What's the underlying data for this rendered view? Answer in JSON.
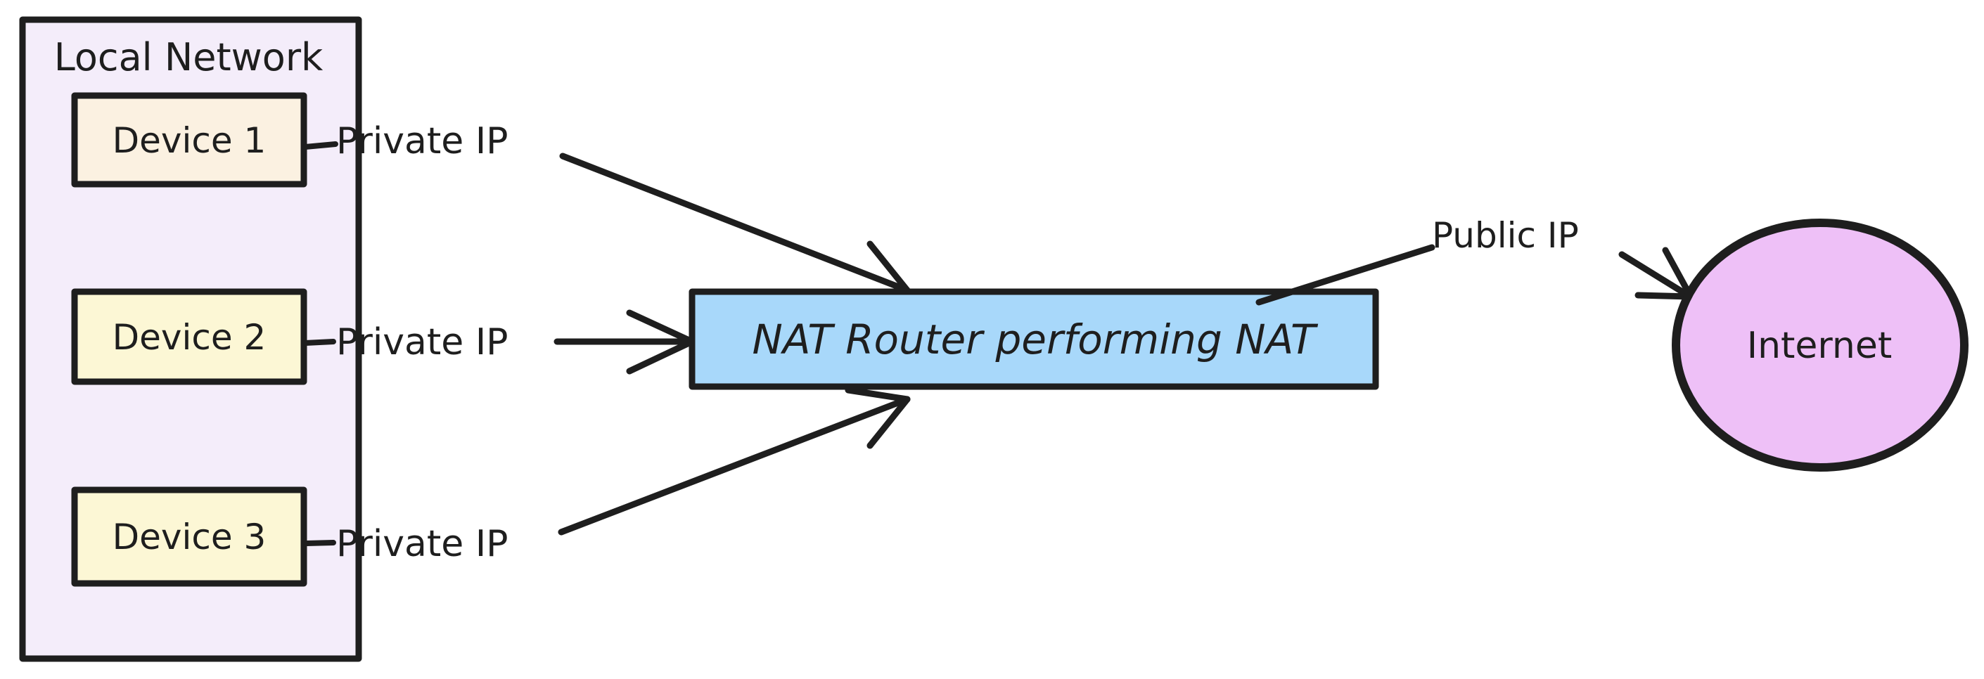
{
  "colors": {
    "ink": "#1e1e1e",
    "background": "#ffffff",
    "local_network_fill": "#f4edfa",
    "router_fill": "#a8d8fa",
    "internet_fill": "#eec0f7"
  },
  "local_network": {
    "label": "Local Network",
    "devices": [
      {
        "label": "Device 1",
        "fill": "#fbf1e1"
      },
      {
        "label": "Device 2",
        "fill": "#fcf7d5"
      },
      {
        "label": "Device 3",
        "fill": "#fcf7d5"
      }
    ]
  },
  "nat_router": {
    "label": "NAT Router performing NAT"
  },
  "internet": {
    "label": "Internet"
  },
  "edge_labels": {
    "private_ip_device1": "Private IP",
    "private_ip_device2": "Private IP",
    "private_ip_device3": "Private IP",
    "public_ip": "Public IP"
  }
}
